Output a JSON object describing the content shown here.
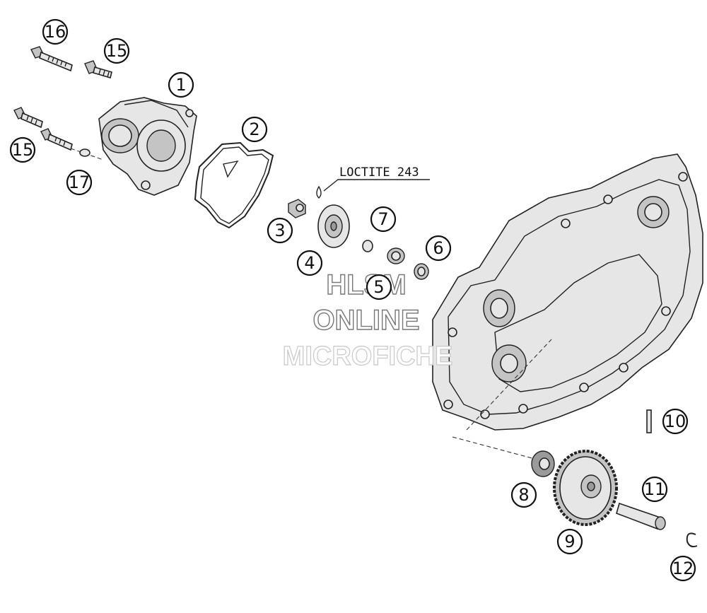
{
  "note": {
    "text": "LOCTITE 243"
  },
  "watermark": {
    "line1": "HLSM",
    "line2": "ONLINE",
    "line3": "MICROFICHE"
  },
  "callouts": {
    "c1": "1",
    "c2": "2",
    "c3": "3",
    "c4": "4",
    "c5": "5",
    "c6": "6",
    "c7": "7",
    "c8": "8",
    "c9": "9",
    "c10": "10",
    "c11": "11",
    "c12": "12",
    "c15a": "15",
    "c15b": "15",
    "c16": "16",
    "c17": "17"
  }
}
